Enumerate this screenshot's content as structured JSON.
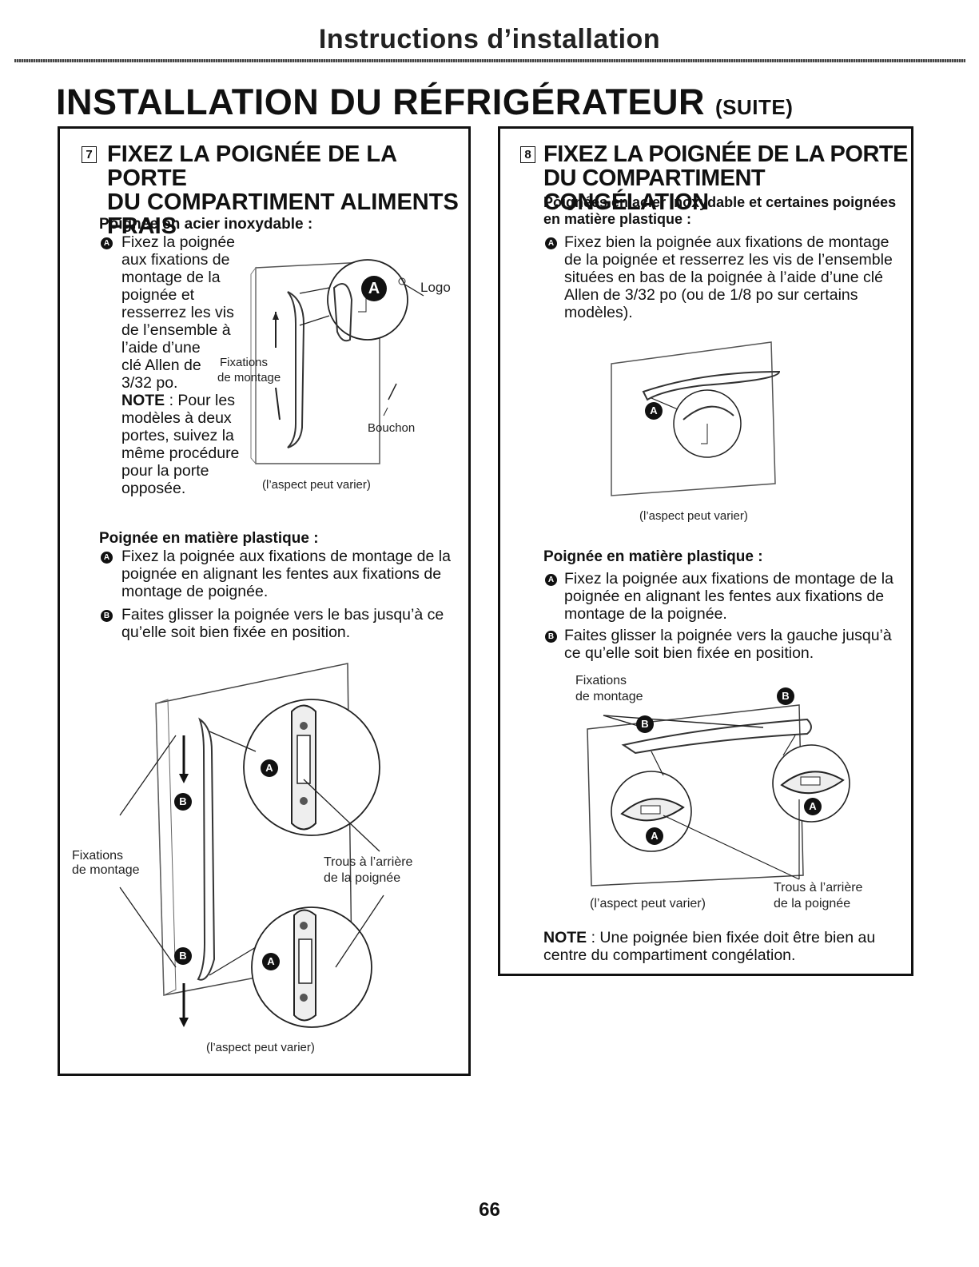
{
  "header": {
    "title": "Instructions d’installation"
  },
  "page_title": {
    "main": "INSTALLATION DU RÉFRIGÉRATEUR",
    "suffix": "(SUITE)"
  },
  "step7": {
    "number": "7",
    "title_lines": [
      "FIXEZ LA POIGNÉE DE LA PORTE",
      "DU COMPARTIMENT ALIMENTS",
      "FRAIS"
    ],
    "stainless": {
      "subhead": "Poignée en acier inoxydable :",
      "badge": "A",
      "text_lines": [
        "Fixez la poignée",
        "aux fixations de",
        "montage de la",
        "poignée et",
        "resserrez les vis",
        "de l’ensemble à",
        "l’aide d’une",
        "clé Allen de",
        "3/32 po."
      ],
      "note_label": "NOTE",
      "note_lines": [
        " : Pour les",
        "modèles à deux",
        "portes, suivez la",
        "même procédure",
        "pour la porte",
        "opposée."
      ],
      "fig_labels": {
        "logo": "Logo",
        "fixations": "Fixations",
        "de_montage": "de montage",
        "bouchon": "Bouchon",
        "caption": "(l’aspect peut varier)",
        "callout": "A"
      }
    },
    "plastic": {
      "subhead": "Poignée en matière plastique :",
      "items": [
        {
          "badge": "A",
          "lines": [
            "Fixez la poignée aux fixations de montage de la",
            "poignée en alignant les fentes aux fixations de",
            "montage de poignée."
          ]
        },
        {
          "badge": "B",
          "lines": [
            "Faites glisser la poignée vers le bas jusqu’à ce",
            "qu’elle soit bien fixée en position."
          ]
        }
      ],
      "fig_labels": {
        "fixations": "Fixations",
        "de_montage": "de montage",
        "trous": "Trous à l’arrière",
        "de_la_poignee": "de la poignée",
        "caption": "(l’aspect peut varier)",
        "a": "A",
        "b": "B"
      }
    }
  },
  "step8": {
    "number": "8",
    "title_lines": [
      "FIXEZ LA POIGNÉE DE LA PORTE",
      "DU COMPARTIMENT CONGÉLATION"
    ],
    "stainless": {
      "subhead_lines": [
        "Poignées en acier inoxydable et certaines poignées",
        "en matière plastique :"
      ],
      "badge": "A",
      "text_lines": [
        "Fixez bien la poignée aux fixations de montage",
        "de la poignée et resserrez les vis de l’ensemble",
        "situées en bas de la poignée à l’aide d’une clé",
        "Allen de 3/32 po (ou de 1/8 po sur certains",
        "modèles)."
      ],
      "fig_labels": {
        "caption": "(l’aspect peut varier)",
        "a": "A"
      }
    },
    "plastic": {
      "subhead": "Poignée en matière plastique :",
      "items": [
        {
          "badge": "A",
          "lines": [
            "Fixez la poignée aux fixations de montage de la",
            "poignée en alignant les fentes aux fixations de",
            "montage de la poignée."
          ]
        },
        {
          "badge": "B",
          "lines": [
            "Faites glisser la poignée vers la gauche jusqu’à",
            "ce qu’elle soit bien fixée en position."
          ]
        }
      ],
      "fig_labels": {
        "fixations": "Fixations",
        "de_montage": "de montage",
        "trous": "Trous à l’arrière",
        "de_la_poignee": "de la poignée",
        "caption": "(l’aspect peut varier)",
        "a": "A",
        "b": "B"
      }
    },
    "note": {
      "label": "NOTE",
      "lines": [
        " : Une poignée bien fixée doit être bien au",
        "centre du compartiment congélation."
      ]
    }
  },
  "page_number": "66"
}
